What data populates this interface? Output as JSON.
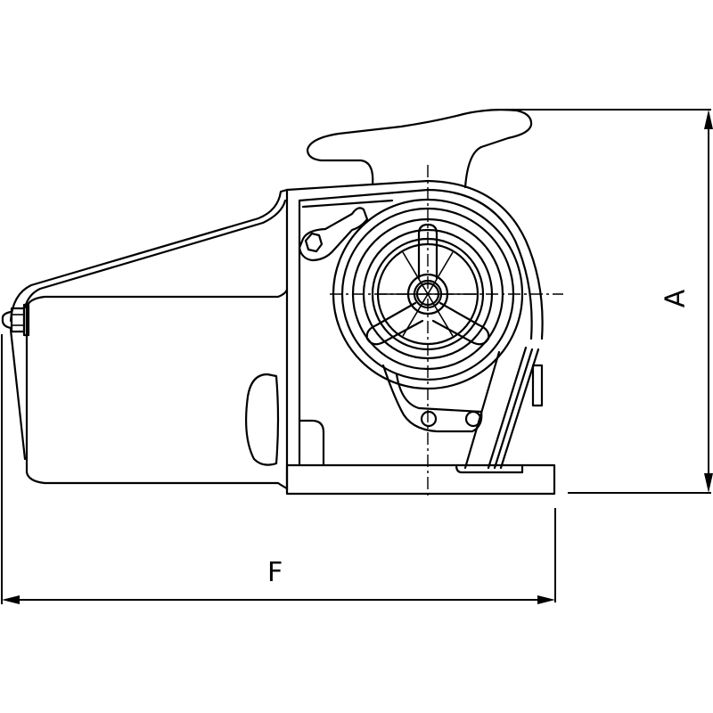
{
  "drawing": {
    "subject": "windlass side view",
    "line_color": "#000000",
    "background": "#ffffff"
  },
  "dimensions": {
    "height_label": "A",
    "length_label": "F"
  }
}
